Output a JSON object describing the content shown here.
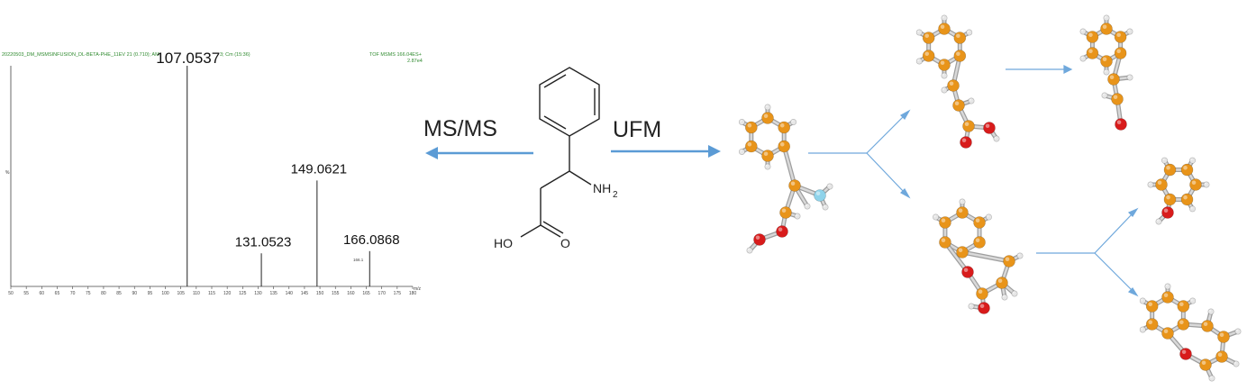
{
  "colors": {
    "arrow": "#5b9bd5",
    "spectrum_header": "#2f8a2f",
    "carbon": "#e8941a",
    "oxygen": "#d81b1b",
    "nitrogen": "#8fd3ea",
    "hydrogen": "#e6e6e6",
    "bond": "#bdbdbd"
  },
  "spectrum": {
    "header_left": "20220503_DM_MSMSINFUSION_DL-BETA-PHE_11EV 21 (0.710); AM",
    "header_mid": "3; Cm (15:36)",
    "header_right_1": "TOF MSMS 166.04ES+",
    "header_right_2": "2.87e4",
    "y_label": "%",
    "x_unit": "m/z",
    "small_label": "166.1",
    "x_ticks": [
      "50",
      "55",
      "60",
      "65",
      "70",
      "75",
      "80",
      "85",
      "90",
      "95",
      "100",
      "105",
      "110",
      "115",
      "120",
      "125",
      "130",
      "135",
      "140",
      "145",
      "150",
      "155",
      "160",
      "165",
      "170",
      "175",
      "180"
    ]
  },
  "chart_data": {
    "type": "bar",
    "xlabel": "m/z",
    "ylabel": "%",
    "xlim": [
      50,
      180
    ],
    "ylim": [
      0,
      100
    ],
    "peaks": [
      {
        "mz": 107.0537,
        "label": "107.0537",
        "intensity": 100
      },
      {
        "mz": 131.0523,
        "label": "131.0523",
        "intensity": 15
      },
      {
        "mz": 149.0621,
        "label": "149.0621",
        "intensity": 48
      },
      {
        "mz": 166.0868,
        "label": "166.0868",
        "intensity": 16
      }
    ]
  },
  "arrows": {
    "left_label": "MS/MS",
    "right_label": "UFM"
  },
  "structure": {
    "amine_label": "NH",
    "amine_subscript": "2",
    "hydroxyl_label": "HO",
    "carbonyl_label": "O"
  }
}
